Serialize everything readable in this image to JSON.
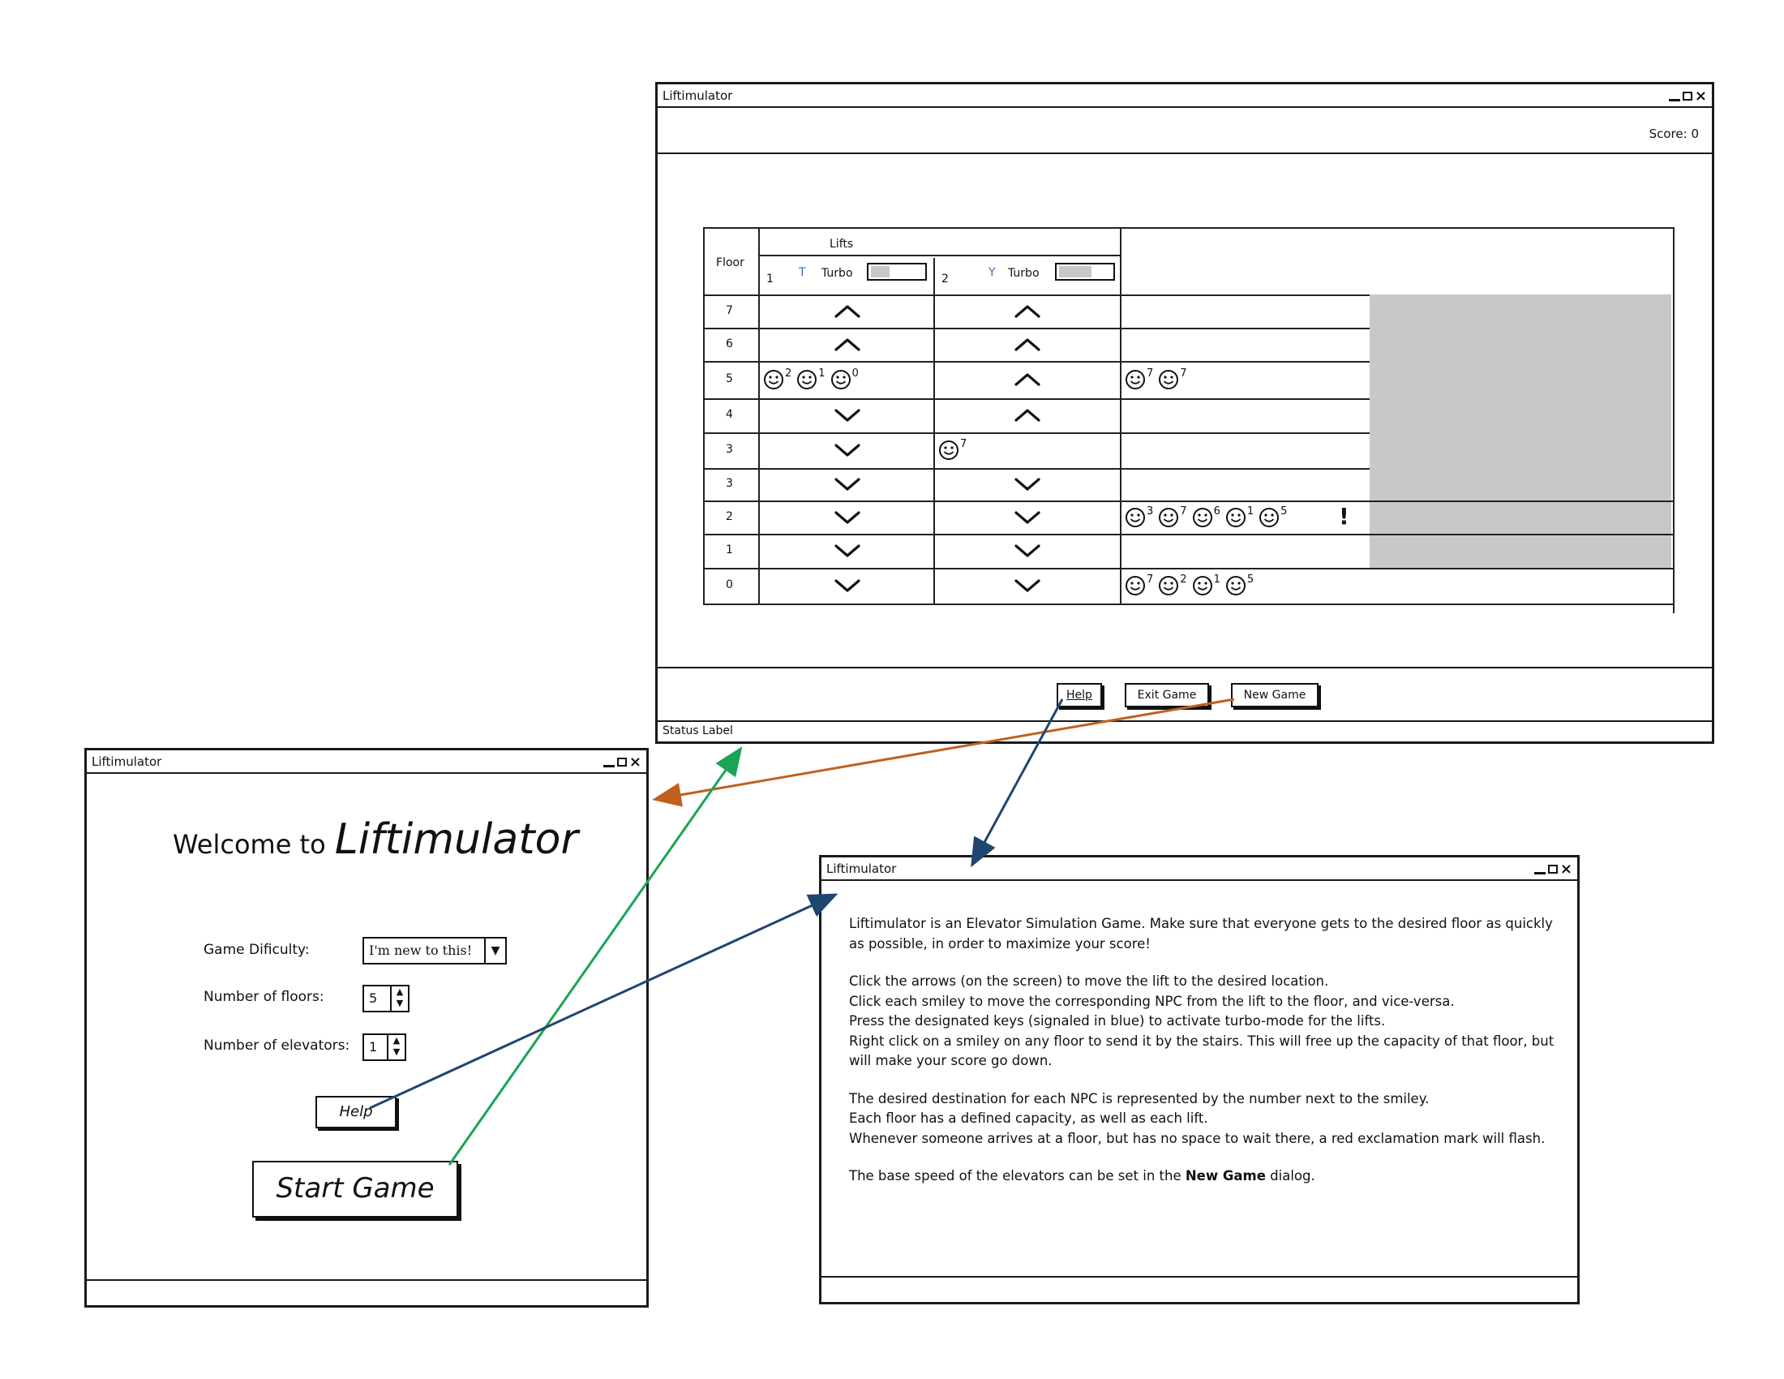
{
  "app_title": "Liftimulator",
  "game": {
    "score_label": "Score: 0",
    "status_label": "Status Label",
    "buttons": {
      "help": "Help",
      "exit": "Exit Game",
      "new_game": "New Game"
    },
    "grid": {
      "lifts_header": "Lifts",
      "floor_header": "Floor",
      "lifts": [
        {
          "number": "1",
          "key": "T",
          "turbo_label": "Turbo",
          "turbo_fill": 0.35
        },
        {
          "number": "2",
          "key": "Y",
          "turbo_label": "Turbo",
          "turbo_fill": 0.6
        }
      ],
      "rows": [
        {
          "floor": "7",
          "lift1_arrow": "up",
          "lift2_arrow": "up",
          "lift1_npcs": [],
          "lift2_npcs": [],
          "floor_npcs": [],
          "alert": false
        },
        {
          "floor": "6",
          "lift1_arrow": "up",
          "lift2_arrow": "up",
          "lift1_npcs": [],
          "lift2_npcs": [],
          "floor_npcs": [],
          "alert": false
        },
        {
          "floor": "5",
          "lift1_arrow": null,
          "lift2_arrow": "up",
          "lift1_npcs": [
            "2",
            "1",
            "0"
          ],
          "lift2_npcs": [],
          "floor_npcs": [
            "7",
            "7"
          ],
          "alert": false
        },
        {
          "floor": "4",
          "lift1_arrow": "down",
          "lift2_arrow": "up",
          "lift1_npcs": [],
          "lift2_npcs": [],
          "floor_npcs": [],
          "alert": false
        },
        {
          "floor": "3",
          "lift1_arrow": "down",
          "lift2_arrow": null,
          "lift1_npcs": [],
          "lift2_npcs": [
            "7"
          ],
          "floor_npcs": [],
          "alert": false
        },
        {
          "floor": "3",
          "lift1_arrow": "down",
          "lift2_arrow": "down",
          "lift1_npcs": [],
          "lift2_npcs": [],
          "floor_npcs": [],
          "alert": false
        },
        {
          "floor": "2",
          "lift1_arrow": "down",
          "lift2_arrow": "down",
          "lift1_npcs": [],
          "lift2_npcs": [],
          "floor_npcs": [
            "3",
            "7",
            "6",
            "1",
            "5"
          ],
          "alert": true
        },
        {
          "floor": "1",
          "lift1_arrow": "down",
          "lift2_arrow": "down",
          "lift1_npcs": [],
          "lift2_npcs": [],
          "floor_npcs": [],
          "alert": false
        },
        {
          "floor": "0",
          "lift1_arrow": "down",
          "lift2_arrow": "down",
          "lift1_npcs": [],
          "lift2_npcs": [],
          "floor_npcs": [
            "7",
            "2",
            "1",
            "5"
          ],
          "alert": false
        }
      ],
      "alert_symbol": "!"
    }
  },
  "welcome": {
    "welcome_prefix": "Welcome to",
    "welcome_name": "Liftimulator",
    "difficulty_label": "Game Dificulty:",
    "difficulty_value": "I'm new to this!",
    "floors_label": "Number of floors:",
    "floors_value": "5",
    "elevators_label": "Number of elevators:",
    "elevators_value": "1",
    "help_button": "Help",
    "start_button": "Start Game"
  },
  "help": {
    "paragraphs": [
      [
        "Liftimulator is an Elevator Simulation Game. Make sure that everyone gets to the desired floor as quickly as possible, in order to maximize your score!"
      ],
      [
        "Click the arrows (on the screen) to move the lift to the desired location.",
        "Click each smiley to move the corresponding NPC from the lift to the floor, and vice-versa.",
        "Press the designated keys (signaled in blue) to activate turbo-mode for the lifts.",
        "Right click on a smiley on any floor to send it by the stairs. This will free up the capacity of that floor, but will make your score go down."
      ],
      [
        "The desired destination for each NPC is represented by the number next to the smiley.",
        "Each floor has a defined capacity, as well as each lift.",
        "Whenever someone arrives at a floor, but has no space to wait there, a red exclamation mark will flash."
      ]
    ],
    "last_prefix": "The base speed of the elevators can be set in the ",
    "last_bold": "New Game",
    "last_suffix": " dialog."
  },
  "colors": {
    "arrow_orange": "#c0601d",
    "arrow_green": "#1aa455",
    "arrow_blue": "#1f4670",
    "turbo_key_blue": "#3b6fb6",
    "overflow_panel_gray": "#c8c8c8"
  }
}
